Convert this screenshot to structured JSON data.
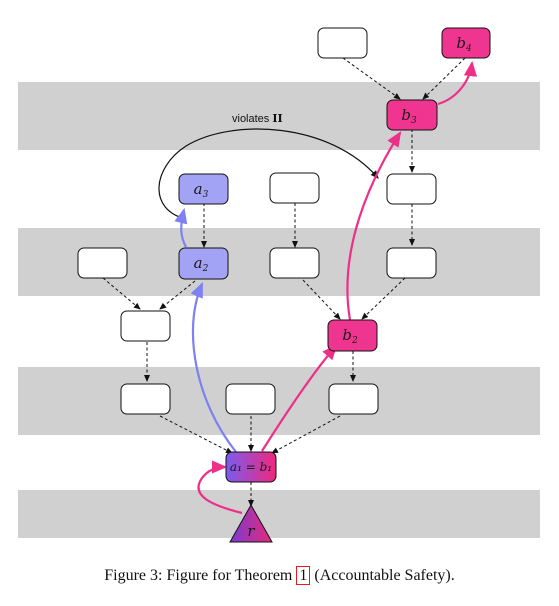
{
  "caption": {
    "prefix": "Figure 3: Figure for Theorem ",
    "ref": "1",
    "suffix": " (Accountable Safety)."
  },
  "annotation": {
    "text": "violates ",
    "bold": "II"
  },
  "nodes": {
    "b4": "b",
    "b4_sub": "4",
    "b3": "b",
    "b3_sub": "3",
    "a3": "a",
    "a3_sub": "3",
    "a2": "a",
    "a2_sub": "2",
    "b2": "b",
    "b2_sub": "2",
    "root_block": "a₁ = b₁",
    "root": "r"
  },
  "colors": {
    "band": "#d0d0d0",
    "a_chain": "#8888f0",
    "a_fill": "#a3a3f5",
    "b_chain": "#f0388a",
    "b_fill": "#f03590",
    "empty_fill": "#ffffff"
  }
}
